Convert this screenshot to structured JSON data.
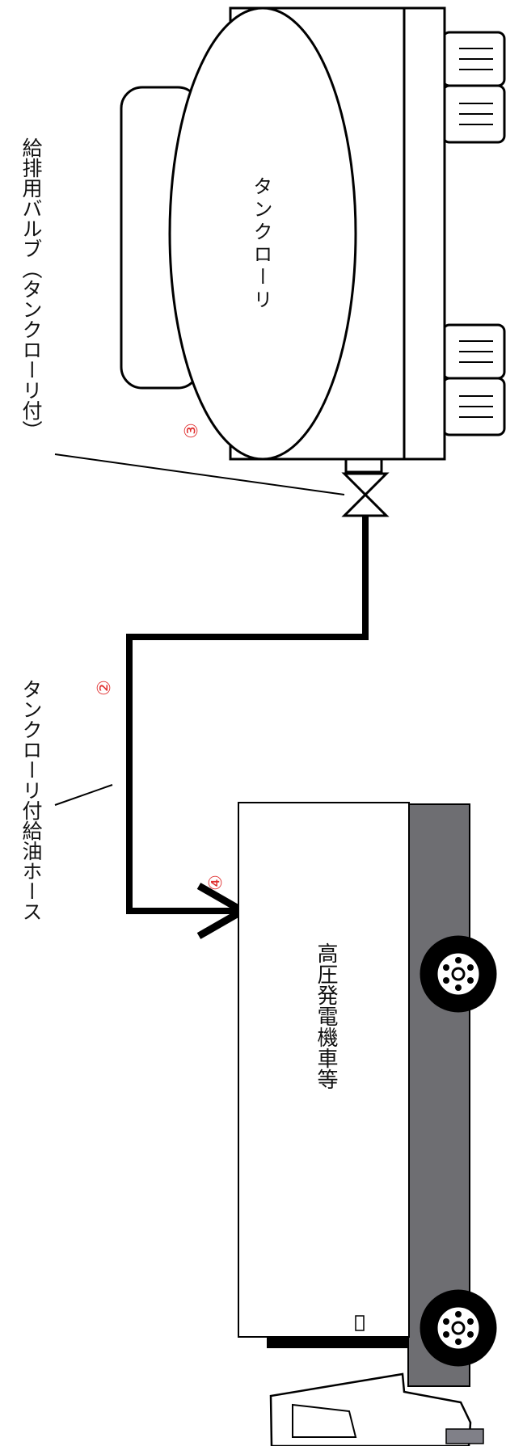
{
  "labels": {
    "tank_lorry": "タンクローリ",
    "valve": "給排用バルブ（タンクローリ付）",
    "hose": "タンクローリ付給油ホース",
    "generator_truck": "高圧発電機車等"
  },
  "markers": {
    "hose": "②",
    "valve": "③",
    "inlet": "④"
  },
  "colors": {
    "marker": "#e03030",
    "truck_bed": "#6e6e72",
    "line": "#000000"
  }
}
